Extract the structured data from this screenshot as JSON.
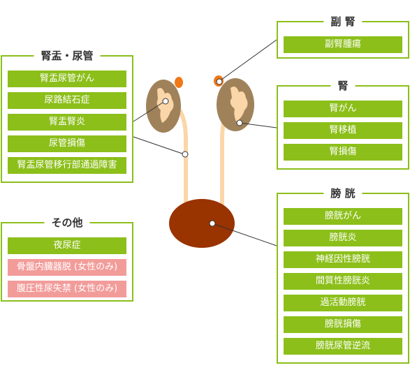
{
  "groups": {
    "renal_pelvis_ureter": {
      "title": "腎盂・尿管",
      "items": [
        "腎盂尿管がん",
        "尿路結石症",
        "腎盂腎炎",
        "尿管損傷",
        "腎盂尿管移行部通過障害"
      ]
    },
    "adrenal": {
      "title": "副 腎",
      "items": [
        "副腎腫瘍"
      ]
    },
    "kidney": {
      "title": "腎",
      "items": [
        "腎がん",
        "腎移植",
        "腎損傷"
      ]
    },
    "bladder": {
      "title": "膀 胱",
      "items": [
        "膀胱がん",
        "膀胱炎",
        "神経因性膀胱",
        "間質性膀胱炎",
        "過活動膀胱",
        "膀胱損傷",
        "膀胱尿管逆流"
      ]
    },
    "other": {
      "title": "その他",
      "items": [
        "夜尿症",
        "骨盤内臓器脱 (女性のみ)",
        "腹圧性尿失禁 (女性のみ)"
      ],
      "item_colors": [
        "green",
        "pink",
        "pink"
      ]
    }
  },
  "colors": {
    "accent_green": "#8cbf1a",
    "female_only_pink": "#f29c9a",
    "kidney": "#a0825a",
    "adrenal": "#f07818",
    "bladder": "#993300",
    "ureter": "#fbd6a8"
  }
}
